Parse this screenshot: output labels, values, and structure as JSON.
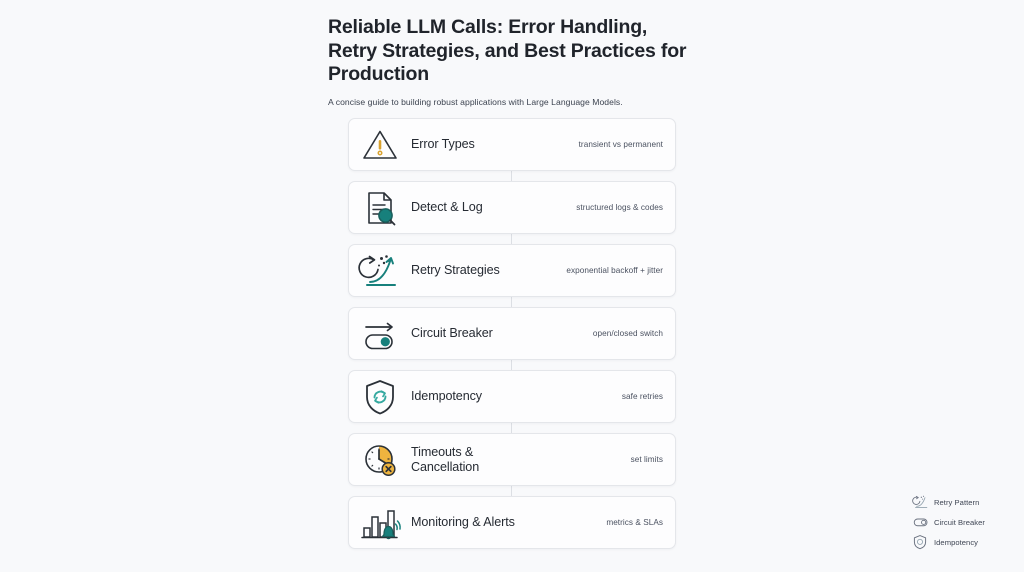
{
  "header": {
    "title": "Reliable LLM Calls: Error Handling, Retry Strategies, and Best Practices for Production",
    "subtitle": "A concise guide to building robust applications with Large Language Models."
  },
  "colors": {
    "background": "#f8f9fb",
    "card_background": "#fdfdfe",
    "card_border": "#e4e6ea",
    "title_text": "#20242b",
    "accent_teal": "#0f8080",
    "accent_amber": "#e9b23c",
    "ink": "#2b3138",
    "connector": "#dcdfe4"
  },
  "flow": {
    "steps": [
      {
        "label": "Error Types",
        "sublabel": "transient vs permanent",
        "icon": "warning-triangle-icon"
      },
      {
        "label": "Detect & Log",
        "sublabel": "structured logs & codes",
        "icon": "document-magnifier-icon"
      },
      {
        "label": "Retry Strategies",
        "sublabel": "exponential backoff + jitter",
        "icon": "retry-curve-icon"
      },
      {
        "label": "Circuit Breaker",
        "sublabel": "open/closed switch",
        "icon": "toggle-switch-icon"
      },
      {
        "label": "Idempotency",
        "sublabel": "safe retries",
        "icon": "shield-refresh-icon"
      },
      {
        "label": "Timeouts & Cancellation",
        "sublabel": "set limits",
        "icon": "clock-cancel-icon"
      },
      {
        "label": "Monitoring & Alerts",
        "sublabel": "metrics & SLAs",
        "icon": "bar-chart-bell-icon"
      }
    ]
  },
  "legend": {
    "items": [
      {
        "label": "Retry Pattern",
        "icon": "retry-curve-icon"
      },
      {
        "label": "Circuit Breaker",
        "icon": "toggle-switch-icon"
      },
      {
        "label": "Idempotency",
        "icon": "shield-icon"
      }
    ]
  }
}
